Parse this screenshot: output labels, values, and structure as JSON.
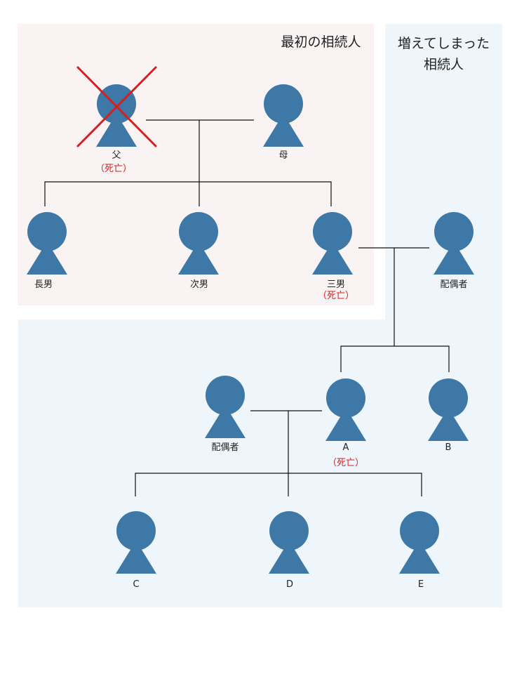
{
  "regions": {
    "original": {
      "title": "最初の相続人"
    },
    "added": {
      "title_lines": [
        "増えてしまった",
        "相続人"
      ]
    }
  },
  "deceased_label": "（死亡）",
  "people": {
    "father": {
      "label": "父",
      "deceased": true,
      "crossed_out": true
    },
    "mother": {
      "label": "母"
    },
    "eldest_son": {
      "label": "長男"
    },
    "second_son": {
      "label": "次男"
    },
    "third_son": {
      "label": "三男",
      "deceased": true
    },
    "third_son_spouse": {
      "label": "配偶者"
    },
    "a_spouse": {
      "label": "配偶者"
    },
    "a": {
      "label": "A",
      "deceased": true
    },
    "b": {
      "label": "B"
    },
    "c": {
      "label": "C"
    },
    "d": {
      "label": "D"
    },
    "e": {
      "label": "E"
    }
  },
  "colors": {
    "person_fill": "#3d78a6",
    "original_region_bg": "#faf3f3",
    "added_region_bg": "#eef6fb",
    "cross": "#d42020",
    "deceased_text": "#d42020",
    "line": "#111111"
  }
}
